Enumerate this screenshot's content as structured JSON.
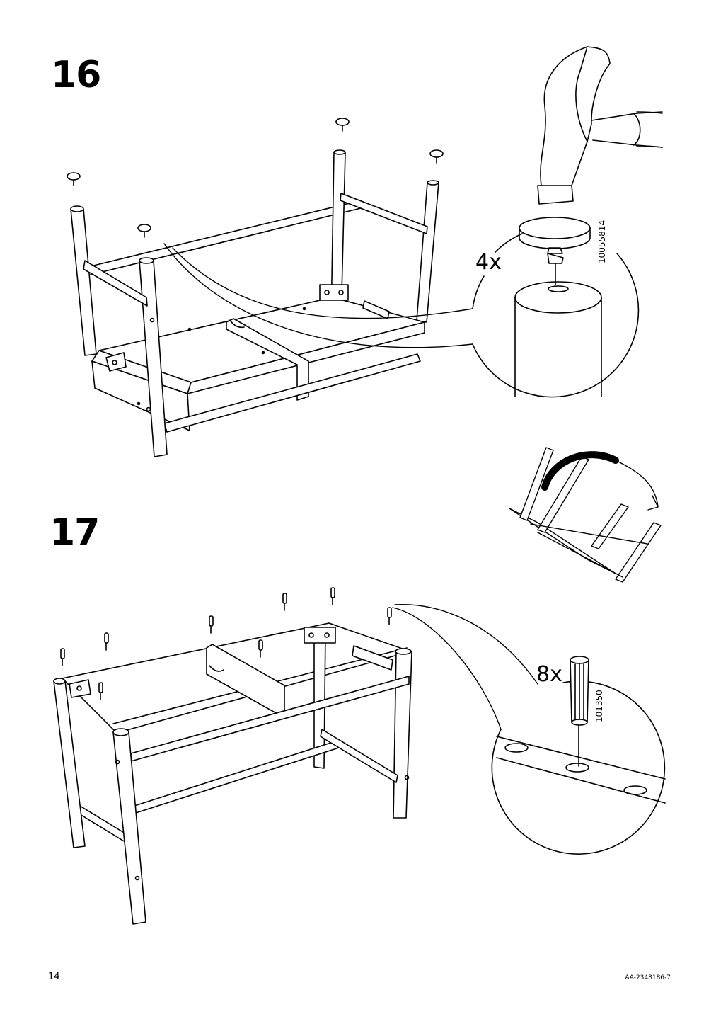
{
  "steps": [
    {
      "number": "16",
      "quantity": "4x",
      "part_number": "10055814"
    },
    {
      "number": "17",
      "quantity": "8x",
      "part_number": "101350"
    }
  ],
  "footer": {
    "page_number": "14",
    "document_code": "AA-2348186-7"
  }
}
